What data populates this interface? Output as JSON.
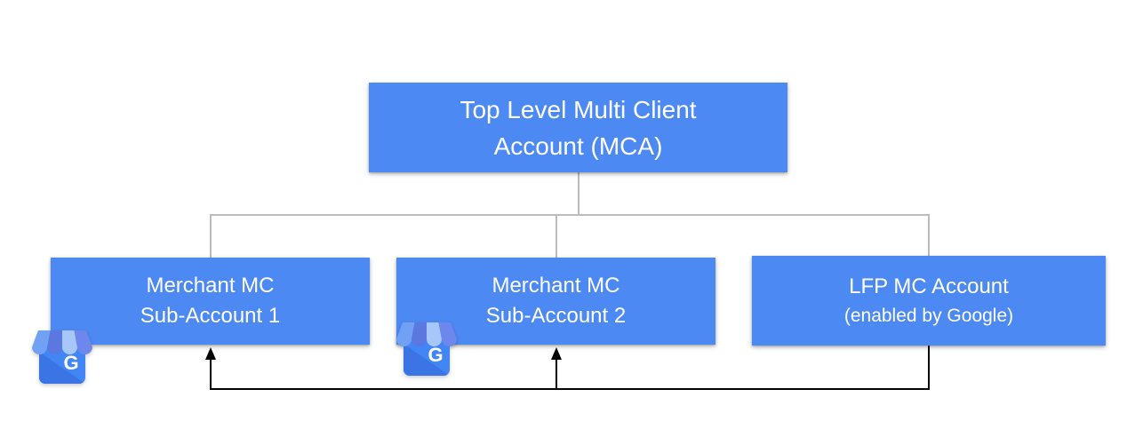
{
  "diagram": {
    "root_box": {
      "line1": "Top Level Multi Client",
      "line2": "Account (MCA)"
    },
    "child_boxes": [
      {
        "line1": "Merchant MC",
        "line2": "Sub-Account 1"
      },
      {
        "line1": "Merchant MC",
        "line2": "Sub-Account 2"
      },
      {
        "line1": "LFP MC Account",
        "line2": "(enabled by Google)"
      }
    ],
    "business_icon": {
      "letter": "G"
    },
    "colors": {
      "box_fill": "#4d89f3",
      "box_text": "#ffffff",
      "hierarchy_line": "#bdbdbd",
      "arrow_line": "#000000",
      "icon_body": "#4285f4",
      "icon_fold": "#3b74e4",
      "awning_stripe_1": "#70a1f5",
      "awning_stripe_2": "#5a78e0",
      "awning_stripe_3": "#a7c6f9",
      "awning_stripe_4": "#6e87ec"
    }
  }
}
